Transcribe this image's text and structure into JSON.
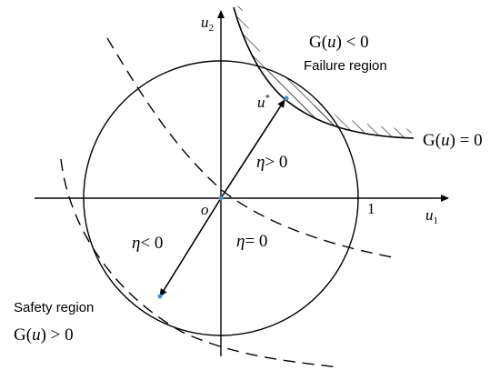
{
  "axes": {
    "x_label_main": "u",
    "x_label_sub": "1",
    "y_label_main": "u",
    "y_label_sub": "2",
    "origin_label": "o",
    "unit_tick_label": "1"
  },
  "regions": {
    "failure": {
      "condition_prefix": "G(",
      "condition_var": "u",
      "condition_suffix": ") < 0",
      "label": "Failure region"
    },
    "safety": {
      "label": "Safety region",
      "condition_prefix": "G(",
      "condition_var": "u",
      "condition_suffix": ") > 0"
    },
    "limit_state": {
      "prefix": "G(",
      "var": "u",
      "suffix": ") = 0"
    }
  },
  "design_point": {
    "label_main": "u",
    "label_sup": "*"
  },
  "eta_labels": {
    "positive": "> 0",
    "zero": "= 0",
    "negative": "< 0",
    "symbol": "η"
  },
  "colors": {
    "stroke": "#000000",
    "point": "#4a90d9"
  }
}
